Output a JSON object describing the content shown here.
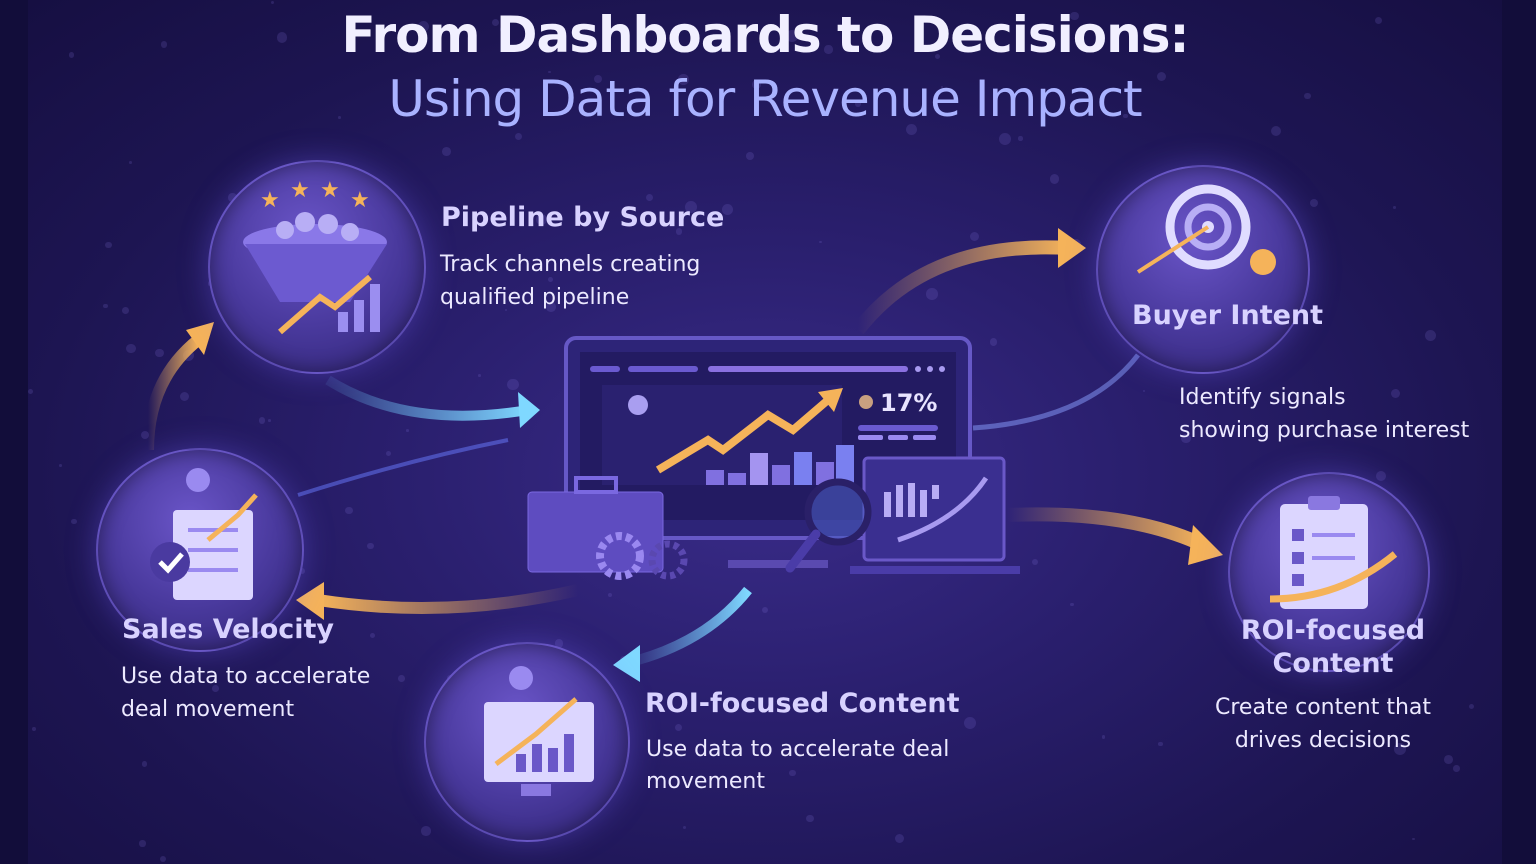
{
  "title": {
    "line1": "From Dashboards to Decisions:",
    "line2": "Using Data for Revenue Impact"
  },
  "nodes": {
    "pipeline": {
      "heading": "Pipeline by Source",
      "desc_line1": "Track channels creating",
      "desc_line2": "qualified pipeline",
      "icon": "funnel-chart-icon"
    },
    "buyer_intent": {
      "heading": "Buyer Intent",
      "desc_line1": "Identify signals",
      "desc_line2": "showing purchase interest",
      "icon": "target-icon"
    },
    "sales_velocity": {
      "heading": "Sales Velocity",
      "desc_line1": "Use data to accelerate",
      "desc_line2": "deal movement",
      "icon": "checklist-icon"
    },
    "roi_content_bottom": {
      "heading": "ROI-focused Content",
      "desc_line1": "Use data to accelerate deal",
      "desc_line2": "movement",
      "icon": "chart-screen-icon"
    },
    "roi_content_right": {
      "heading_line1": "ROI-focused",
      "heading_line2": "Content",
      "desc_line1": "Create content that",
      "desc_line2": "drives decisions",
      "icon": "clipboard-icon"
    }
  },
  "dashboard": {
    "kpi": "17%"
  },
  "colors": {
    "accent_orange": "#f5b35a",
    "accent_blue": "#6fc8ff",
    "heading": "#d8d2ff",
    "subtitle": "#a9b2ff"
  }
}
